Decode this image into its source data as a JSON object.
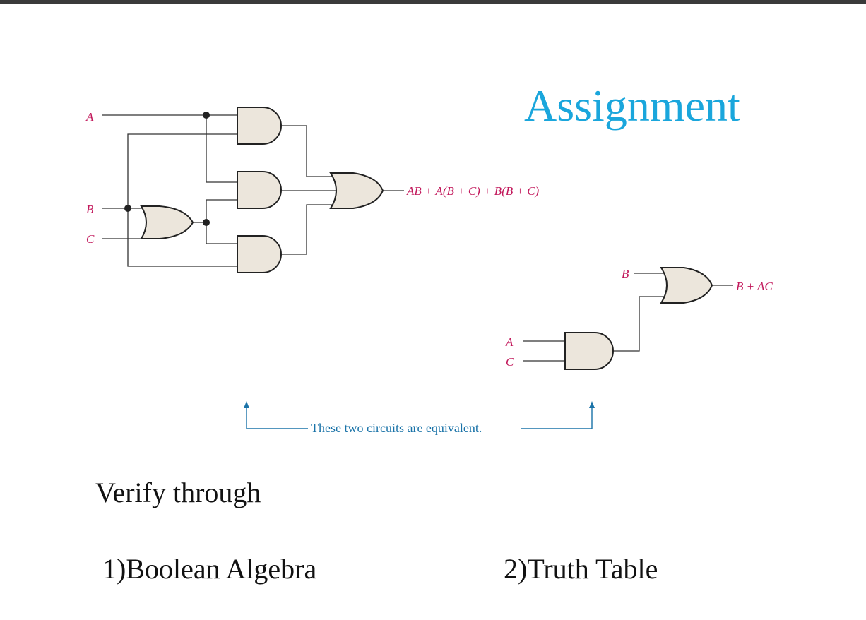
{
  "title": "Assignment",
  "circuit1": {
    "inputs": {
      "a": "A",
      "b": "B",
      "c": "C"
    },
    "output_expression": "AB + A(B + C) + B(B + C)"
  },
  "circuit2": {
    "inputs": {
      "b": "B",
      "a": "A",
      "c": "C"
    },
    "output_expression": "B + AC"
  },
  "equivalence_note": "These two circuits are equivalent.",
  "instructions": {
    "verify": "Verify through",
    "method1": "1)Boolean Algebra",
    "method2": "2)Truth Table"
  },
  "colors": {
    "title": "#1aa6dc",
    "labels": "#c2185b",
    "note": "#1a73a8",
    "gate_fill": "#ece6dc"
  }
}
